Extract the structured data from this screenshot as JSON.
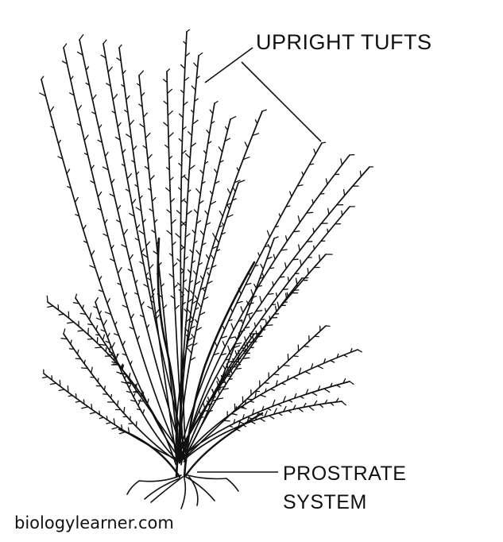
{
  "labels": {
    "upright": "UPRIGHT TUFTS",
    "prostrate_line1": "PROSTRATE",
    "prostrate_line2": "SYSTEM"
  },
  "watermark": "biologylearner.com",
  "colors": {
    "ink": "#111111",
    "background": "#ffffff"
  }
}
